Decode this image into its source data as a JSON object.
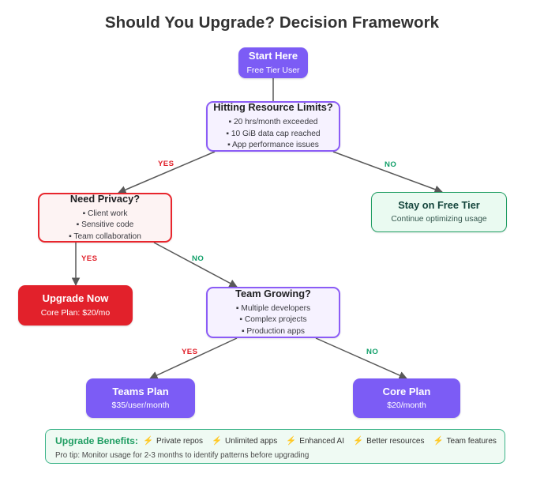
{
  "title": "Should You Upgrade? Decision Framework",
  "nodes": {
    "start": {
      "title": "Start Here",
      "subtitle": "Free Tier User"
    },
    "resource_limits": {
      "title": "Hitting Resource Limits?",
      "bullets": [
        "20 hrs/month exceeded",
        "10 GiB data cap reached",
        "App performance issues"
      ]
    },
    "need_privacy": {
      "title": "Need Privacy?",
      "bullets": [
        "Client work",
        "Sensitive code",
        "Team collaboration"
      ]
    },
    "stay_free": {
      "title": "Stay on Free Tier",
      "subtitle": "Continue optimizing usage"
    },
    "upgrade_now": {
      "title": "Upgrade Now",
      "subtitle": "Core Plan: $20/mo"
    },
    "team_growing": {
      "title": "Team Growing?",
      "bullets": [
        "Multiple developers",
        "Complex projects",
        "Production apps"
      ]
    },
    "teams_plan": {
      "title": "Teams Plan",
      "subtitle": "$35/user/month"
    },
    "core_plan": {
      "title": "Core Plan",
      "subtitle": "$20/month"
    }
  },
  "edge_labels": {
    "limits_yes": "YES",
    "limits_no": "NO",
    "privacy_yes": "YES",
    "privacy_no": "NO",
    "team_yes": "YES",
    "team_no": "NO"
  },
  "benefits": {
    "label": "Upgrade Benefits:",
    "items": [
      "Private repos",
      "Unlimited apps",
      "Enhanced AI",
      "Better resources",
      "Team features"
    ],
    "icon": "lightning-bolt-icon",
    "pro_tip": "Pro tip: Monitor usage for 2-3 months to identify patterns before upgrading"
  },
  "colors": {
    "purple": "#7c5cf5",
    "purple_border": "#8b5cf6",
    "red": "#e2212b",
    "green": "#1f9d62",
    "orange": "#f2782c",
    "yes_label": "#e01e28",
    "no_label": "#12a06a"
  }
}
